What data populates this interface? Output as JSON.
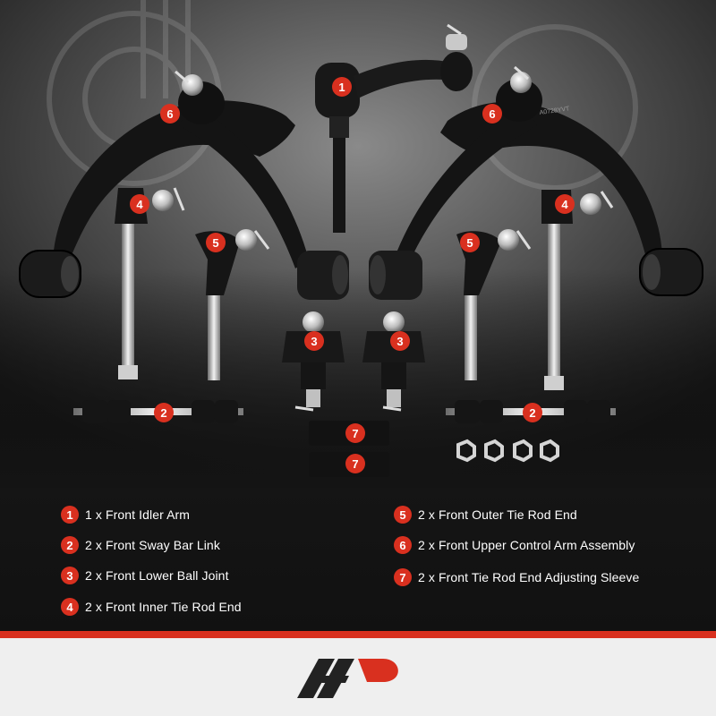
{
  "badges": {
    "b1": "1",
    "b2": "2",
    "b3": "3",
    "b4": "4",
    "b5": "5",
    "b6": "6",
    "b7": "7"
  },
  "part_stamp": "A0728YVT",
  "legend": [
    {
      "num": "1",
      "label": "1 x Front Idler Arm"
    },
    {
      "num": "2",
      "label": "2 x Front Sway Bar Link"
    },
    {
      "num": "3",
      "label": "2 x Front Lower Ball Joint"
    },
    {
      "num": "4",
      "label": "2 x Front Inner Tie Rod End"
    },
    {
      "num": "5",
      "label": "2 x Front Outer Tie Rod End"
    },
    {
      "num": "6",
      "label": "2 x Front Upper Control Arm Assembly"
    },
    {
      "num": "7",
      "label": "2 x Front Tie Rod End Adjusting Sleeve"
    }
  ],
  "colors": {
    "accent": "#d9301f",
    "legend_bg": "#141414",
    "footer_bg": "#efefef",
    "part_black": "#151515"
  },
  "logo": {
    "name": "a-premium-logo-icon"
  }
}
